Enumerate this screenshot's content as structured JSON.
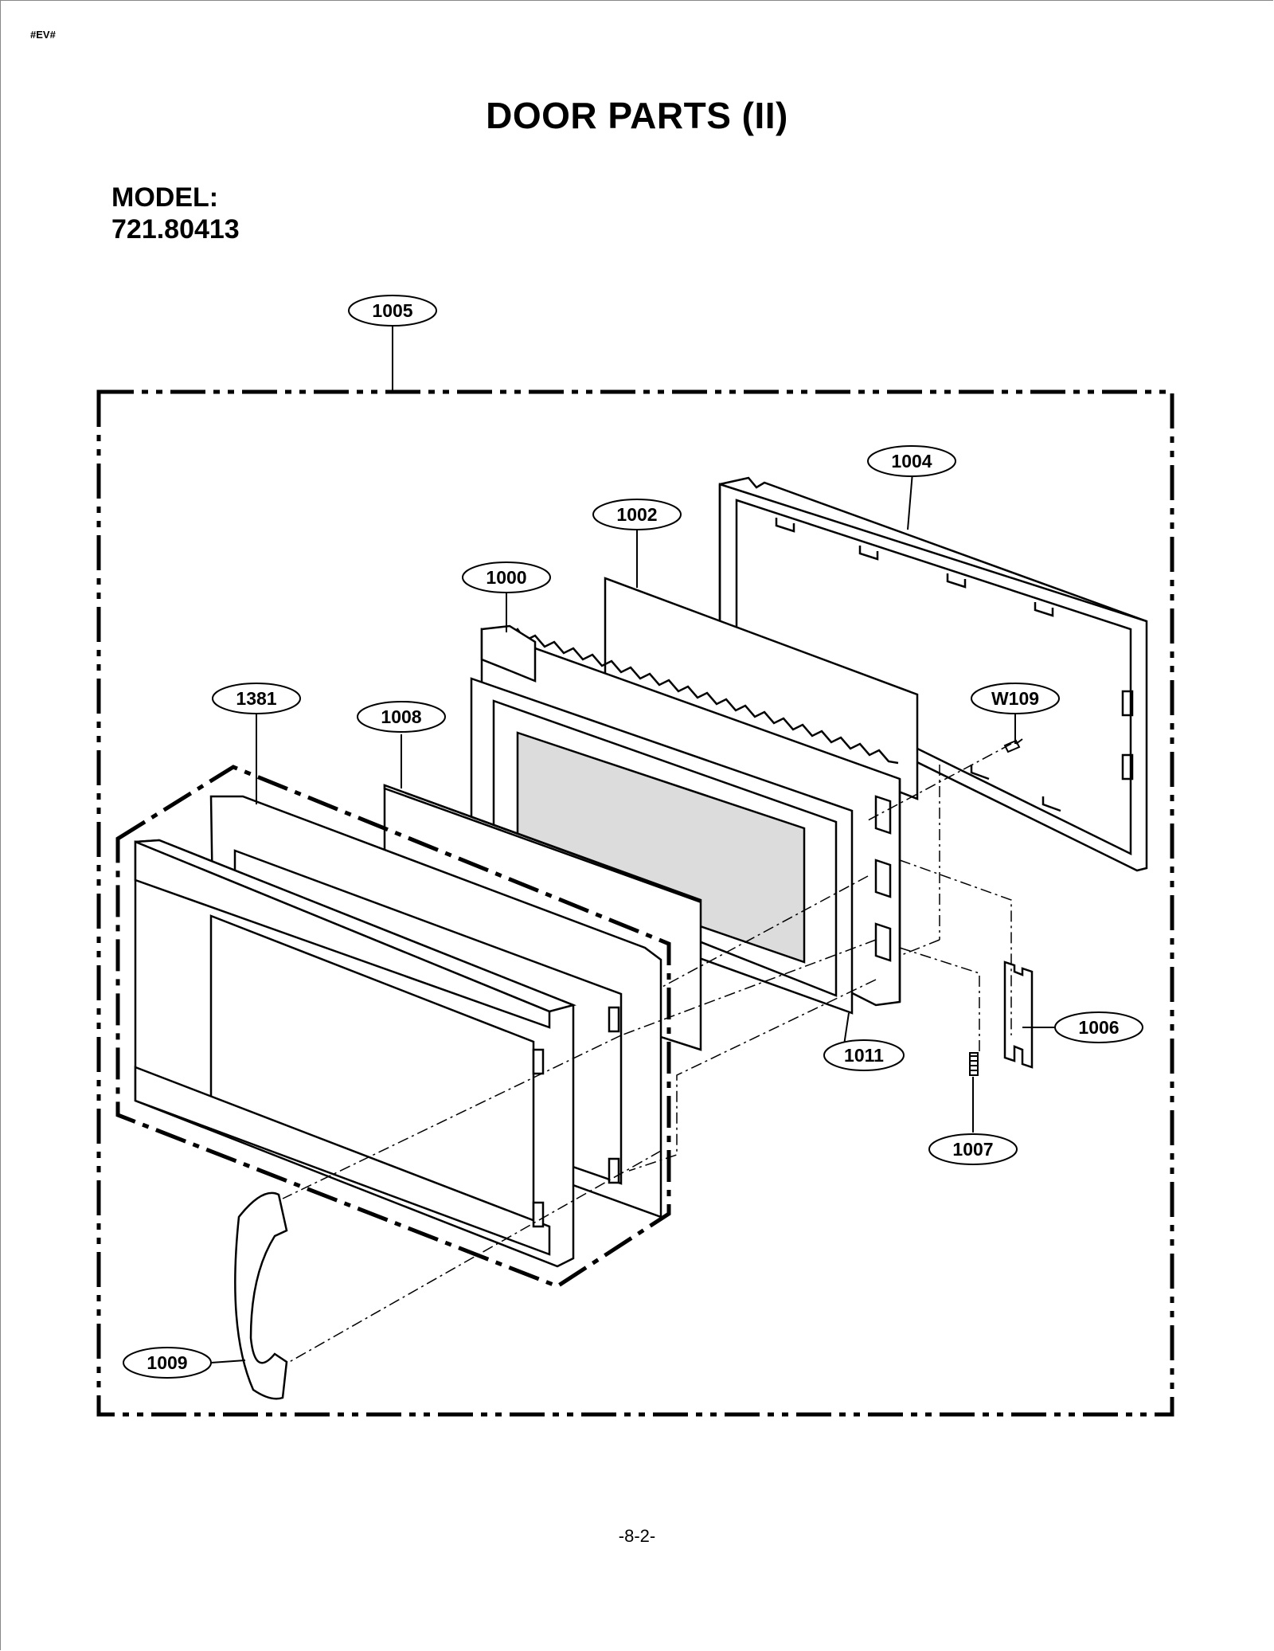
{
  "header": {
    "tag": "#EV#"
  },
  "title": "DOOR PARTS (II)",
  "model": {
    "label": "MODEL:",
    "number": "721.80413"
  },
  "callouts": {
    "c1005": "1005",
    "c1004": "1004",
    "c1002": "1002",
    "c1000": "1000",
    "c1381": "1381",
    "c1008": "1008",
    "cW109": "W109",
    "c1011": "1011",
    "c1006": "1006",
    "c1007": "1007",
    "c1009": "1009"
  },
  "footer": {
    "page_number": "-8-2-"
  }
}
